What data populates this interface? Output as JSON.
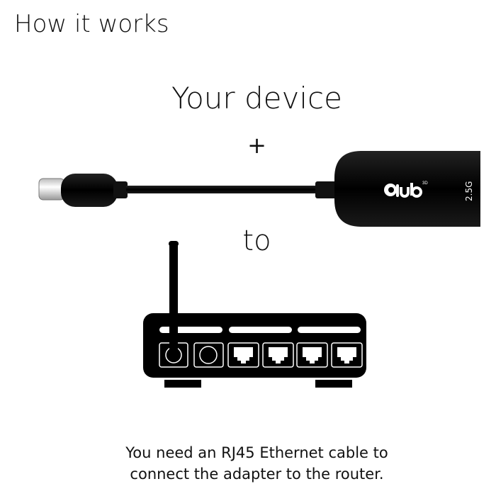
{
  "title": "How it works",
  "device_label": "Your device",
  "plus": "+",
  "to_label": "to",
  "adapter": {
    "brand_logo": "club3D",
    "speed_label": "2.5G",
    "color": "#000000"
  },
  "router": {
    "ethernet_ports": 4,
    "color": "#000000"
  },
  "note": {
    "line1": "You need an RJ45 Ethernet cable to",
    "line2": "connect the adapter to the router."
  }
}
